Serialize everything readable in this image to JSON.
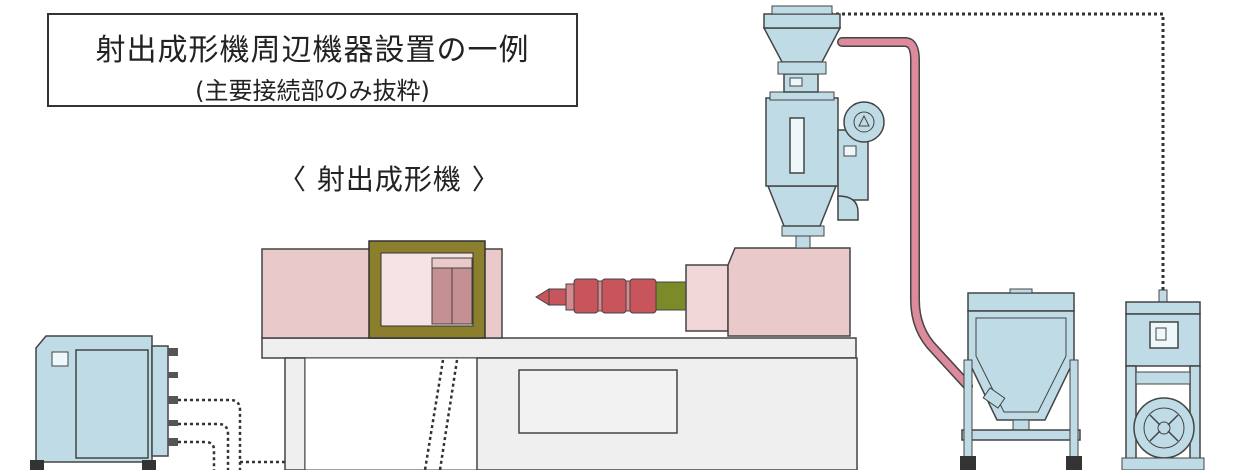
{
  "title": {
    "main": "射出成形機周辺機器設置の一例",
    "sub": "(主要接続部のみ抜粋)"
  },
  "machine_label": "〈 射出成形機 〉",
  "colors": {
    "machine_pink": "#e9c9c9",
    "clamp_frame": "#8b7e2c",
    "mold": "#c49092",
    "barrel_band": "#c8555c",
    "nozzle": "#7c8a2a",
    "equipment_blue": "#bfdce6",
    "base_gray": "#efefef",
    "hose_pink": "#dc8a9c",
    "outline": "#444444"
  },
  "icons": [
    "dryer-hopper-icon",
    "hopper-loader-icon",
    "material-tank-icon",
    "vacuum-blower-icon",
    "mold-temp-controller-icon"
  ]
}
